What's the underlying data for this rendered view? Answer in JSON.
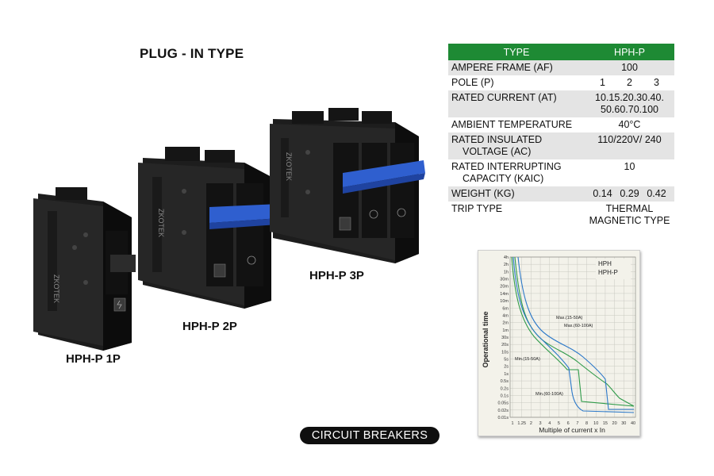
{
  "page": {
    "title": "PLUG  - IN TYPE",
    "badge": "CIRCUIT BREAKERS"
  },
  "products": [
    {
      "label": "HPH-P 1P",
      "brand": "ZKOTEK",
      "handle_color": "#111111"
    },
    {
      "label": "HPH-P 2P",
      "brand": "ZKOTEK",
      "handle_color": "#2f5fcf"
    },
    {
      "label": "HPH-P 3P",
      "brand": "ZKOTEK",
      "handle_color": "#2f5fcf"
    }
  ],
  "spec_table": {
    "header": [
      "TYPE",
      "HPH-P"
    ],
    "header_color": "#1e8a34",
    "rows": [
      {
        "label": "AMPERE FRAME (AF)",
        "value": "100"
      },
      {
        "label": "POLE (P)",
        "values": [
          "1",
          "2",
          "3"
        ]
      },
      {
        "label": "RATED CURRENT (AT)",
        "value_lines": [
          "10.15.20.30.40.",
          "50.60.70.100"
        ]
      },
      {
        "label": "AMBIENT TEMPERATURE",
        "value": "40°C"
      },
      {
        "label_lines": [
          "RATED INSULATED",
          "VOLTAGE (AC)"
        ],
        "value": "110/220V/ 240"
      },
      {
        "label_lines": [
          "RATED INTERRUPTING",
          "CAPACITY (KAIC)"
        ],
        "value": "10"
      },
      {
        "label": "WEIGHT (KG)",
        "values": [
          "0.14",
          "0.29",
          "0.42"
        ]
      },
      {
        "label": "TRIP TYPE",
        "value_lines": [
          "THERMAL",
          "MAGNETIC TYPE"
        ]
      }
    ]
  },
  "curve_chart": {
    "legend": [
      "HPH",
      "HPH-P"
    ],
    "ylabel": "Operational time",
    "xlabel": "Multiple of current  x In",
    "y_ticks": [
      "4h",
      "2h",
      "1h",
      "30m",
      "20m",
      "14m",
      "10m",
      "6m",
      "4m",
      "2m",
      "1m",
      "30s",
      "20s",
      "10s",
      "5s",
      "2s",
      "1s",
      "0.5s",
      "0.2s",
      "0.1s",
      "0.05s",
      "0.02s",
      "0.01s"
    ],
    "x_ticks": [
      "1",
      "1.25",
      "2",
      "3",
      "4",
      "5",
      "6",
      "7",
      "8",
      "10",
      "15",
      "20",
      "30",
      "40"
    ],
    "annotations": [
      "Max.(15-50A)",
      "Max.(60-100A)",
      "Min.(15-50A)",
      "Min.(60-100A)"
    ],
    "series_colors": {
      "green": "#2e9a48",
      "blue": "#2b78c9"
    }
  }
}
